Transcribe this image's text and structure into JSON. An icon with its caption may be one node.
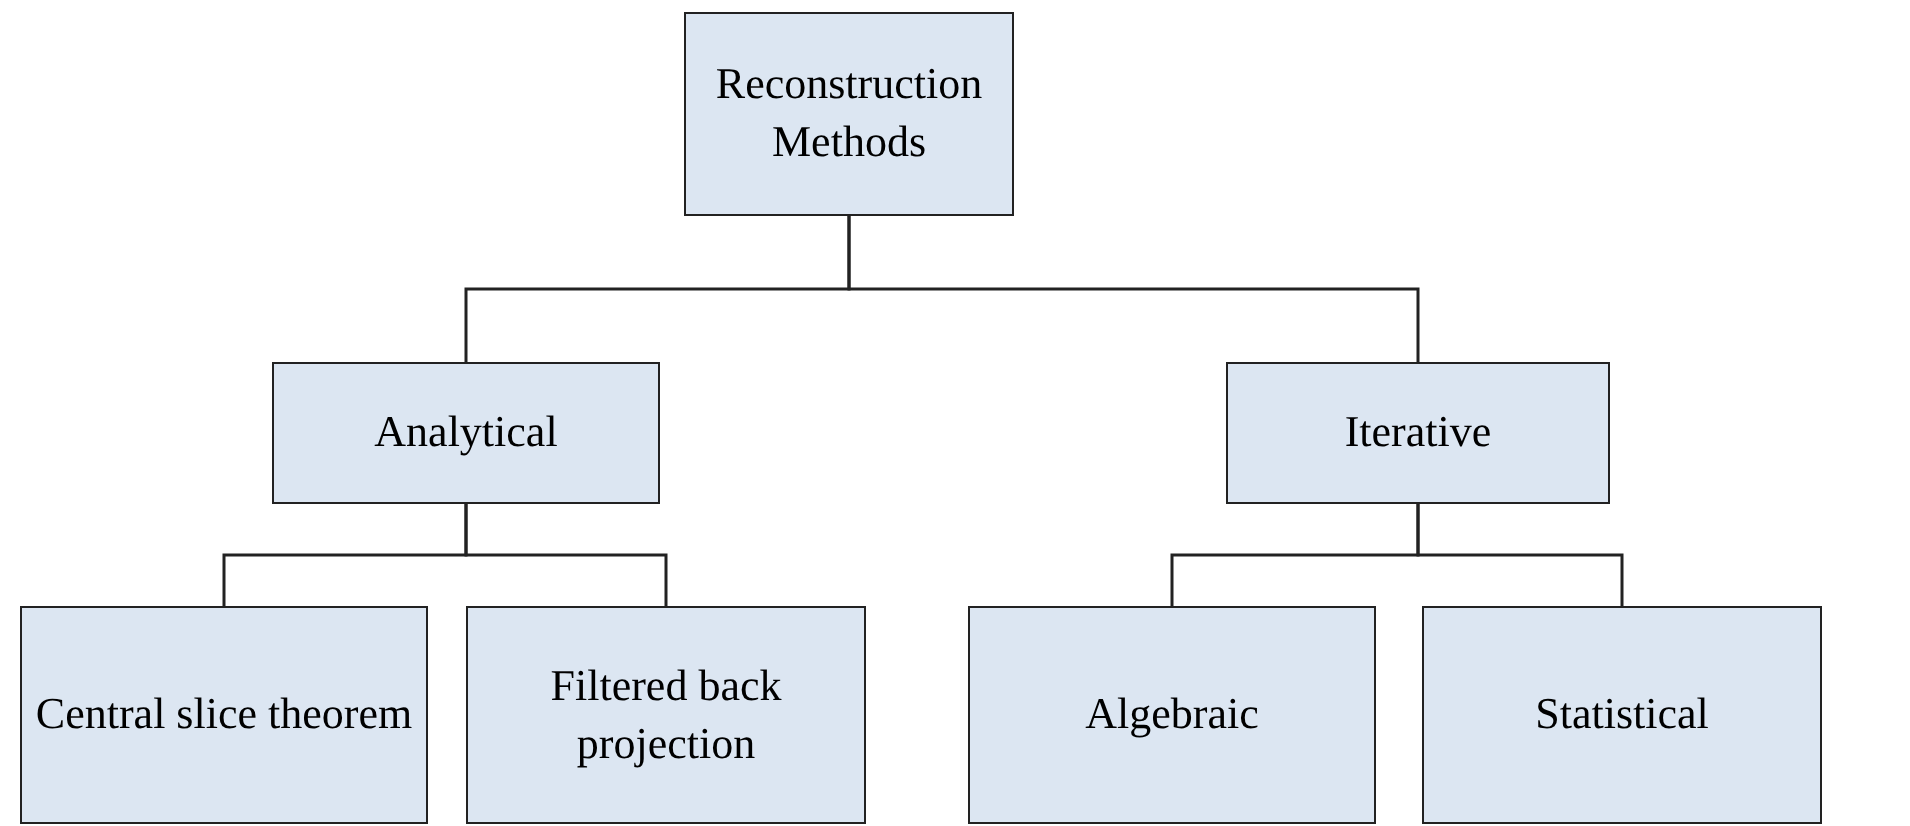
{
  "diagram": {
    "nodes": [
      {
        "text": [
          "Reconstruction Methods"
        ]
      },
      {
        "text": [
          "Analytical"
        ]
      },
      {
        "text": [
          "Iterative"
        ]
      },
      {
        "text": [
          "Central slice theorem"
        ]
      },
      {
        "text": [
          "Filtered back projection"
        ]
      },
      {
        "text": [
          "Algebraic"
        ]
      },
      {
        "text": [
          "Statistical"
        ]
      }
    ],
    "edges": [
      {
        "from": 0,
        "to": 1,
        "arrow": "none"
      },
      {
        "from": 0,
        "to": 2,
        "arrow": "none"
      },
      {
        "from": 1,
        "to": 3,
        "arrow": "none"
      },
      {
        "from": 1,
        "to": 4,
        "arrow": "none"
      },
      {
        "from": 2,
        "to": 5,
        "arrow": "none"
      },
      {
        "from": 2,
        "to": 6,
        "arrow": "none"
      }
    ]
  }
}
